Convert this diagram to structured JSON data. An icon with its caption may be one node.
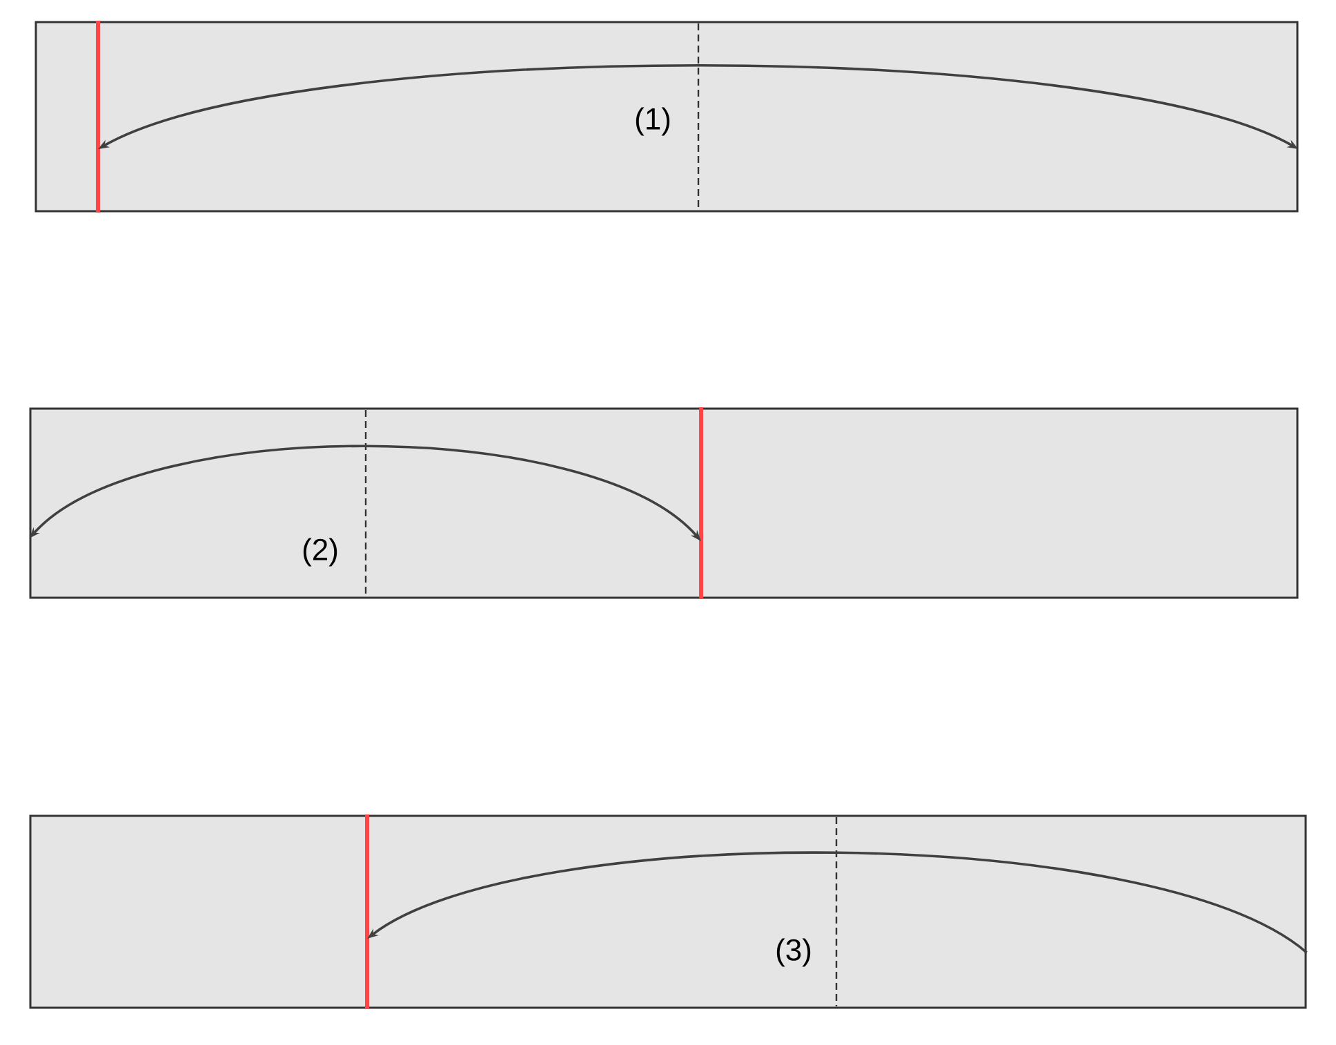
{
  "diagram": {
    "nodes": [
      {
        "text": [],
        "shape": "box"
      },
      {
        "text": [],
        "shape": "bar",
        "in": 0
      },
      {
        "text": [],
        "shape": "box"
      },
      {
        "text": [],
        "shape": "bar",
        "in": 2
      },
      {
        "text": [],
        "shape": "box"
      },
      {
        "text": [],
        "shape": "bar",
        "in": 4
      }
    ],
    "edges": [
      {
        "from": 1,
        "to": 0,
        "arrow": "both"
      },
      {
        "from": 2,
        "to": 3,
        "arrow": "both"
      },
      {
        "from": 4,
        "to": 5,
        "arrow": "to"
      }
    ],
    "labels": [
      "(1)",
      "(2)",
      "(3)"
    ]
  }
}
